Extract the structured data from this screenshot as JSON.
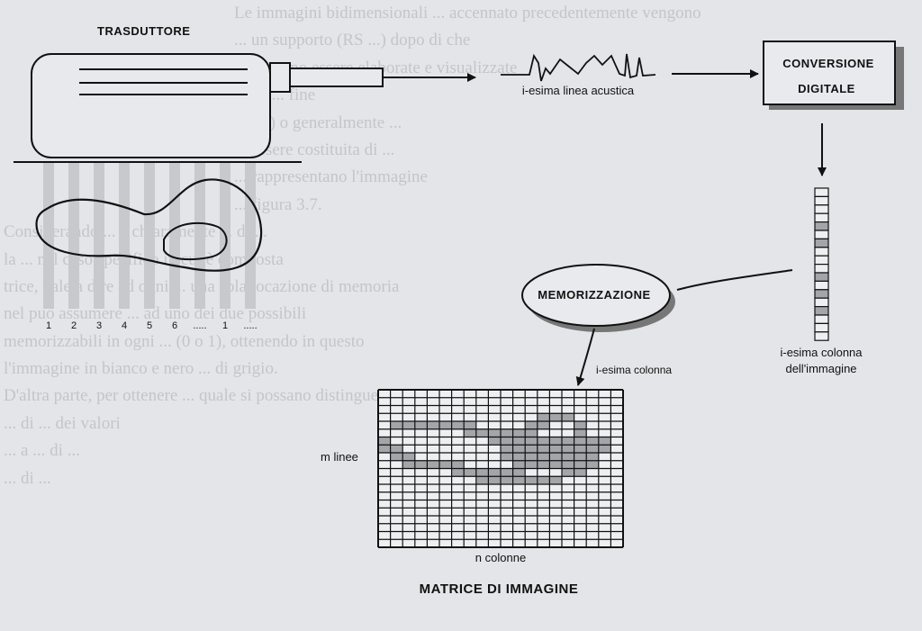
{
  "background_text": [
    "Le immagini bidimensionali ... accennato precedentemente vengono",
    "... un supporto (RS ...) dopo di che",
    "... possono essere elaborate e visualizzate",
    "... ad ... fine",
    "... (...) o generalmente ...",
    "... essere costituita di ...",
    "... rappresentano l'immagine",
    "... figura 3.7.",
    "Considerando ... è chiaramente ... di ...",
    "la ... nel caso specifico in cui è composta",
    "trice, vale a dire ad ogni ... una sola locazione di memoria",
    "nel può assumere ... ad uno dei due possibili",
    "memorizzabili in ogni ... (0 o 1), ottenendo in questo",
    "l'immagine in bianco e nero ... di grigio.",
    "D'altra parte, per ottenere ... quale si possano distinguere",
    "... di ... dei valori",
    "... a ... di ...",
    "... di ..."
  ],
  "labels": {
    "trasduttore": "TRASDUTTORE",
    "linea_acustica": "i-esima linea acustica",
    "conversione_1": "CONVERSIONE",
    "conversione_2": "DIGITALE",
    "memorizzazione": "MEMORIZZAZIONE",
    "colonna_immagine_1": "i-esima colonna",
    "colonna_immagine_2": "dell'immagine",
    "colonna_arrow": "i-esima colonna",
    "m_linee": "m linee",
    "n_colonne": "n colonne",
    "matrice": "MATRICE DI IMMAGINE"
  },
  "scan_line_numbers": [
    "1",
    "2",
    "3",
    "4",
    "5",
    "6",
    ".....",
    "1",
    "....."
  ],
  "matrix": {
    "rows": 20,
    "cols": 20,
    "filled_cells": [
      [
        3,
        13
      ],
      [
        3,
        14
      ],
      [
        3,
        15
      ],
      [
        4,
        1
      ],
      [
        4,
        2
      ],
      [
        4,
        3
      ],
      [
        4,
        4
      ],
      [
        4,
        5
      ],
      [
        4,
        6
      ],
      [
        4,
        7
      ],
      [
        4,
        12
      ],
      [
        4,
        13
      ],
      [
        4,
        16
      ],
      [
        5,
        7
      ],
      [
        5,
        8
      ],
      [
        5,
        9
      ],
      [
        5,
        10
      ],
      [
        5,
        11
      ],
      [
        5,
        12
      ],
      [
        5,
        16
      ],
      [
        6,
        0
      ],
      [
        6,
        9
      ],
      [
        6,
        10
      ],
      [
        6,
        11
      ],
      [
        6,
        12
      ],
      [
        6,
        13
      ],
      [
        6,
        14
      ],
      [
        6,
        15
      ],
      [
        6,
        16
      ],
      [
        6,
        17
      ],
      [
        6,
        18
      ],
      [
        7,
        0
      ],
      [
        7,
        1
      ],
      [
        7,
        10
      ],
      [
        7,
        11
      ],
      [
        7,
        12
      ],
      [
        7,
        13
      ],
      [
        7,
        14
      ],
      [
        7,
        15
      ],
      [
        7,
        16
      ],
      [
        7,
        17
      ],
      [
        7,
        18
      ],
      [
        8,
        1
      ],
      [
        8,
        2
      ],
      [
        8,
        10
      ],
      [
        8,
        11
      ],
      [
        8,
        12
      ],
      [
        8,
        13
      ],
      [
        8,
        14
      ],
      [
        8,
        15
      ],
      [
        8,
        16
      ],
      [
        8,
        17
      ],
      [
        9,
        2
      ],
      [
        9,
        3
      ],
      [
        9,
        4
      ],
      [
        9,
        5
      ],
      [
        9,
        6
      ],
      [
        9,
        11
      ],
      [
        9,
        12
      ],
      [
        9,
        13
      ],
      [
        9,
        14
      ],
      [
        9,
        15
      ],
      [
        9,
        16
      ],
      [
        9,
        17
      ],
      [
        10,
        6
      ],
      [
        10,
        7
      ],
      [
        10,
        8
      ],
      [
        10,
        9
      ],
      [
        10,
        10
      ],
      [
        10,
        11
      ],
      [
        10,
        15
      ],
      [
        10,
        16
      ],
      [
        11,
        8
      ],
      [
        11,
        9
      ],
      [
        11,
        10
      ],
      [
        11,
        11
      ],
      [
        11,
        12
      ],
      [
        11,
        13
      ],
      [
        11,
        14
      ]
    ]
  },
  "column_strip": {
    "cells": 18,
    "filled": [
      4,
      6,
      10,
      12,
      14
    ]
  },
  "colors": {
    "ink": "#111111",
    "bar_gray": "#c8c9cc",
    "cell_gray": "#a4a5a8",
    "page": "#e4e5e8"
  }
}
